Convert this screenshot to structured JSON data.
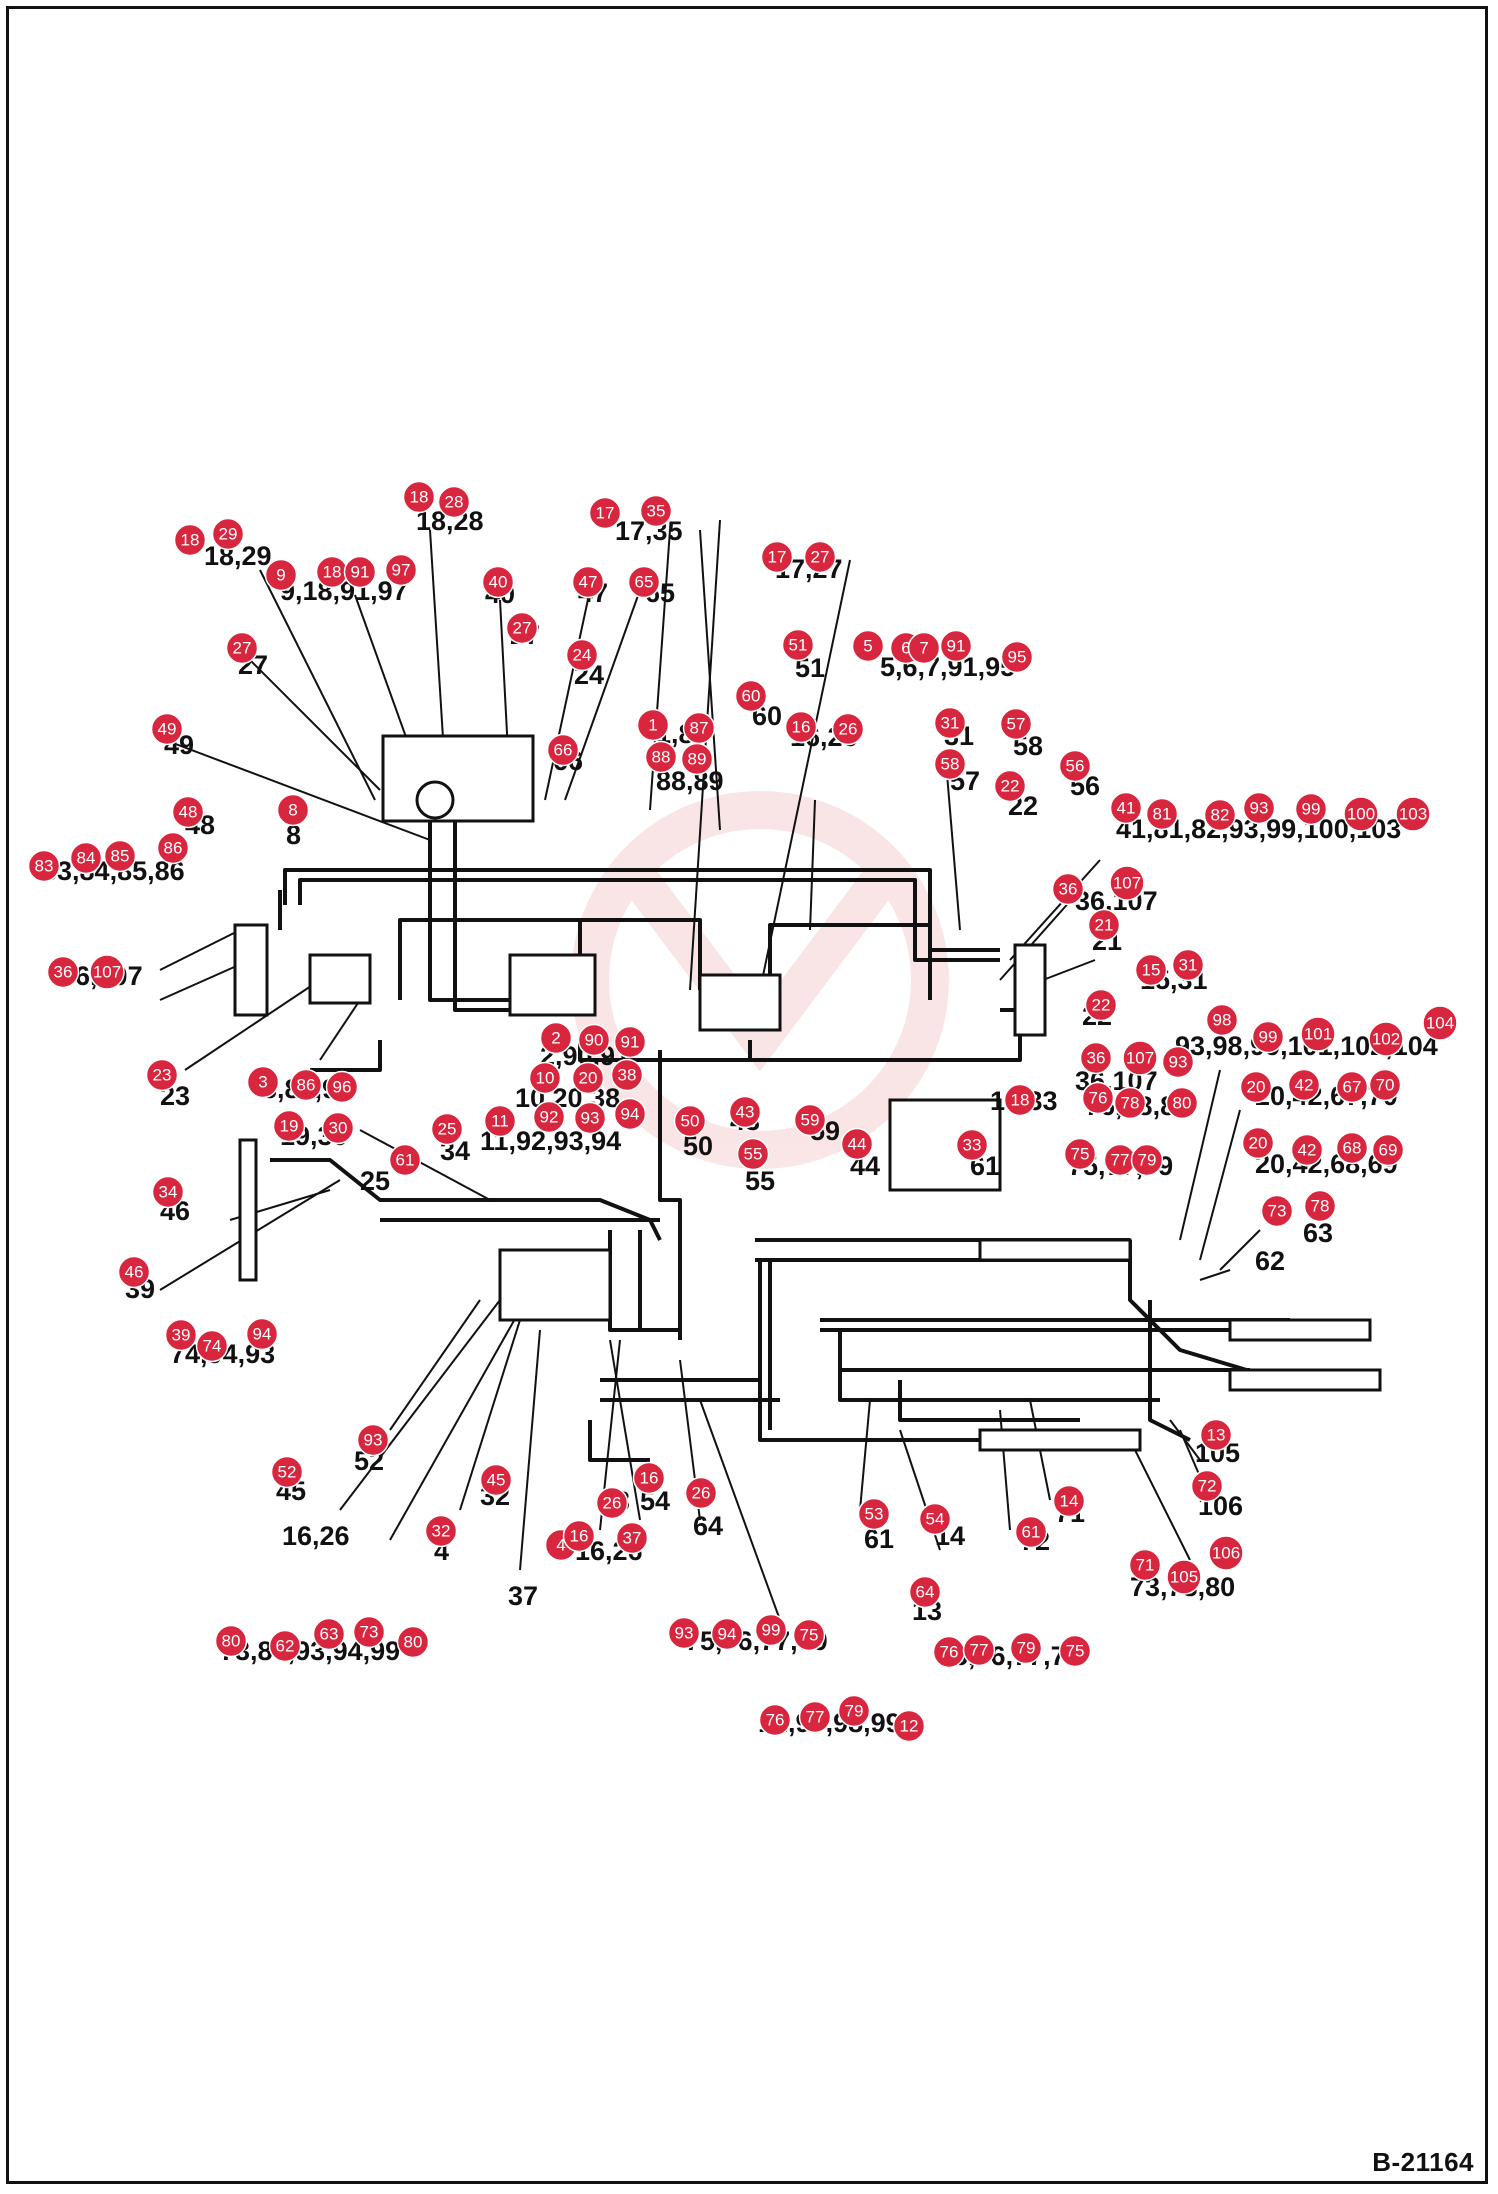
{
  "drawing_number": "B-21164",
  "colors": {
    "balloon": "#d7263d",
    "balloon_text": "#ffffff",
    "linework": "#111111",
    "watermark": "#f3c7c7"
  },
  "callout_labels": [
    "18,28",
    "18,29",
    "9,18,91,97",
    "27",
    "40",
    "27",
    "47",
    "65",
    "17,35",
    "17,27",
    "24",
    "49",
    "66",
    "8",
    "48",
    "83,84,85,86",
    "36,107",
    "1,87",
    "88,89",
    "60",
    "51",
    "5,6,7,91,95",
    "16,26",
    "31",
    "57",
    "58",
    "22",
    "56",
    "41,81,82,93,99,100,103",
    "36,107",
    "21",
    "15,31",
    "22",
    "93,98,99,101,102,104",
    "36,107",
    "76,78,80",
    "20,42,67,70",
    "20,42,68,69",
    "75,77,79",
    "23",
    "3,86,96",
    "19,30",
    "2,90,91",
    "10,20,38",
    "11,92,93,94",
    "50",
    "43",
    "55",
    "59",
    "44",
    "18,33",
    "61",
    "25",
    "34",
    "46",
    "39",
    "74,94,93",
    "52",
    "45",
    "32",
    "4",
    "37",
    "16,26",
    "16,26",
    "53",
    "54",
    "64",
    "61",
    "14",
    "13",
    "72",
    "71",
    "105",
    "106",
    "73,78,80",
    "62",
    "63",
    "73,80,93,94,99",
    "75,76,77,79",
    "75,76,77,79",
    "12,93,98,99"
  ],
  "balloons": [
    "18",
    "28",
    "18",
    "29",
    "9",
    "18",
    "91",
    "97",
    "27",
    "40",
    "27",
    "47",
    "65",
    "17",
    "35",
    "17",
    "27",
    "24",
    "49",
    "66",
    "8",
    "48",
    "83",
    "84",
    "85",
    "86",
    "36",
    "107",
    "1",
    "87",
    "88",
    "89",
    "60",
    "51",
    "5",
    "6",
    "7",
    "91",
    "95",
    "16",
    "26",
    "31",
    "57",
    "58",
    "22",
    "56",
    "41",
    "81",
    "82",
    "93",
    "99",
    "100",
    "103",
    "36",
    "107",
    "21",
    "15",
    "31",
    "22",
    "93",
    "98",
    "99",
    "101",
    "102",
    "104",
    "36",
    "107",
    "76",
    "78",
    "80",
    "20",
    "42",
    "67",
    "70",
    "20",
    "42",
    "68",
    "69",
    "75",
    "77",
    "79",
    "23",
    "3",
    "86",
    "96",
    "19",
    "30",
    "2",
    "90",
    "91",
    "10",
    "20",
    "38",
    "11",
    "92",
    "93",
    "94",
    "50",
    "43",
    "55",
    "59",
    "44",
    "18",
    "33",
    "61",
    "25",
    "34",
    "46",
    "39",
    "74",
    "94",
    "93",
    "52",
    "45",
    "32",
    "4",
    "37",
    "16",
    "26",
    "16",
    "26",
    "53",
    "54",
    "64",
    "61",
    "14",
    "13",
    "72",
    "71",
    "105",
    "106",
    "73",
    "78",
    "80",
    "62",
    "63",
    "73",
    "80",
    "93",
    "94",
    "99",
    "75",
    "76",
    "77",
    "79",
    "75",
    "76",
    "77",
    "79",
    "12",
    "93",
    "98",
    "99"
  ]
}
